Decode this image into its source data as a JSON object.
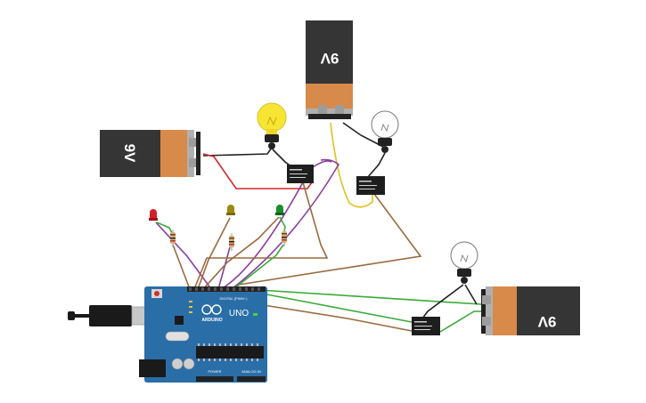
{
  "batteries": [
    {
      "id": "battery-left",
      "label": "9V"
    },
    {
      "id": "battery-top",
      "label": "9V"
    },
    {
      "id": "battery-right",
      "label": "9V"
    }
  ],
  "arduino": {
    "brand": "ARDUINO",
    "model": "UNO",
    "digital_label": "DIGITAL (PWM~)",
    "power_label": "POWER",
    "analog_label": "ANALOG IN"
  },
  "relays": [
    {
      "id": "relay-1"
    },
    {
      "id": "relay-2"
    },
    {
      "id": "relay-3"
    }
  ],
  "bulbs": [
    {
      "id": "bulb-yellow",
      "state": "on"
    },
    {
      "id": "bulb-top-right",
      "state": "off"
    },
    {
      "id": "bulb-right",
      "state": "off"
    }
  ],
  "leds": [
    {
      "id": "led-red",
      "color": "#d0202a"
    },
    {
      "id": "led-yellow",
      "color": "#9c8a14"
    },
    {
      "id": "led-green",
      "color": "#1c8c2c"
    }
  ],
  "colors": {
    "wire_brown": "#9a6a3e",
    "wire_purple": "#8a3c9e",
    "wire_green": "#3aaa3a",
    "wire_red": "#d02a2a",
    "wire_black": "#222222",
    "wire_yellow": "#e0c020",
    "board": "#2a6ea8",
    "battery_body": "#353535",
    "battery_label": "#d88a4a"
  }
}
